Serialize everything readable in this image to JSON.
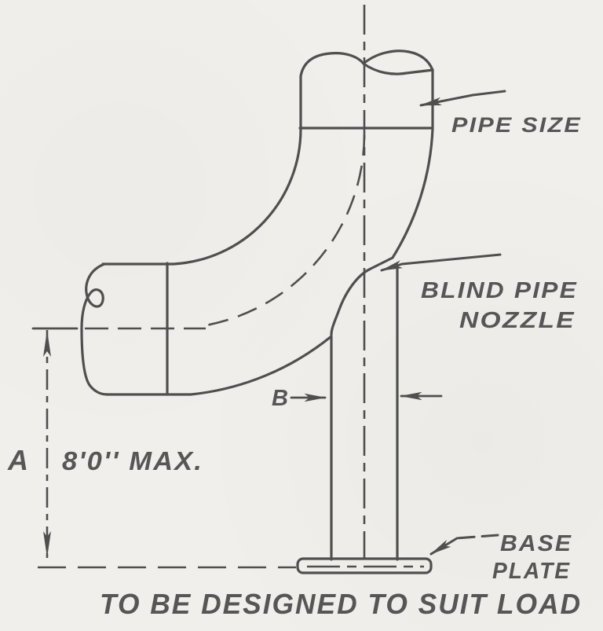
{
  "figure": {
    "type": "technical-drawing",
    "subject": "blind pipe nozzle pipe support on base plate",
    "callouts": {
      "pipe_size": "PIPE SIZE",
      "blind_pipe_nozzle": [
        "BLIND PIPE",
        "NOZZLE"
      ],
      "base_plate": [
        "BASE",
        "PLATE"
      ]
    },
    "dimensions": {
      "a": {
        "label": "A",
        "value": "8'0'' MAX."
      },
      "b": {
        "label": "B"
      }
    },
    "note": "TO BE DESIGNED TO SUIT LOAD",
    "colors": {
      "ink": "#4f4f4f",
      "paper": "#f1efeb"
    }
  }
}
